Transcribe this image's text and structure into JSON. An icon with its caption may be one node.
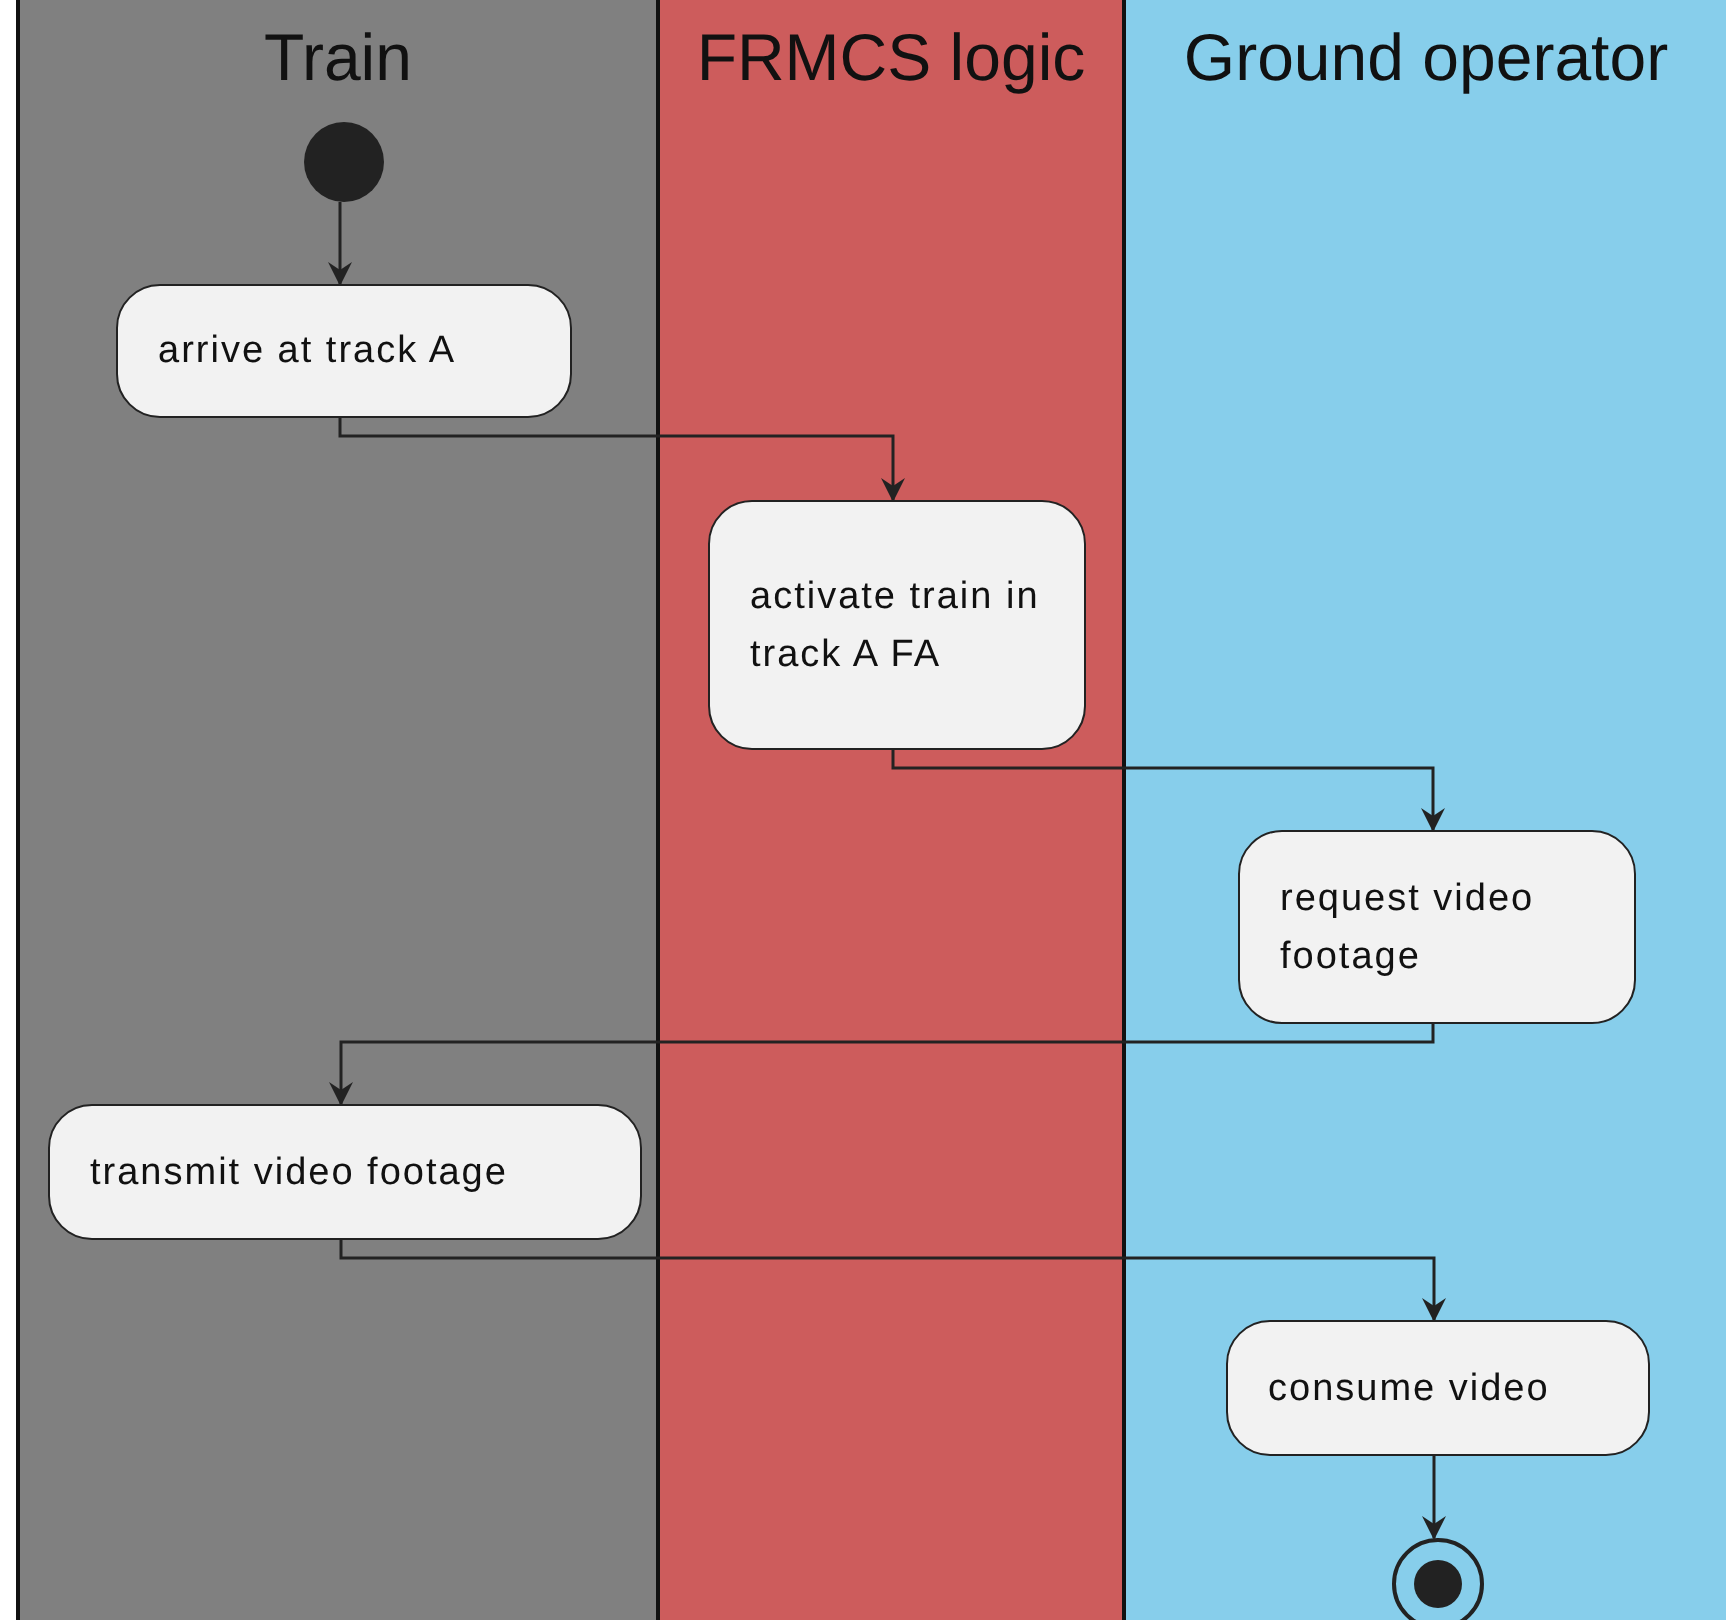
{
  "diagram": {
    "nodes": [
      {
        "text": [
          "Train"
        ]
      },
      {
        "text": [
          "FRMCS logic"
        ]
      },
      {
        "text": [
          "Ground operator"
        ]
      },
      {
        "text": [],
        "shape": "circle",
        "in": 0
      },
      {
        "text": [
          "arrive at track A"
        ],
        "in": 0
      },
      {
        "text": [
          "activate train in track A FA"
        ],
        "in": 1
      },
      {
        "text": [
          "request video footage"
        ],
        "in": 2
      },
      {
        "text": [
          "transmit video footage"
        ],
        "in": 0
      },
      {
        "text": [
          "consume video"
        ],
        "in": 2
      },
      {
        "text": [],
        "shape": "bullseye",
        "in": 2
      }
    ],
    "edges": [
      {
        "from": 3,
        "to": 4,
        "arrow": "to"
      },
      {
        "from": 4,
        "to": 5,
        "arrow": "to"
      },
      {
        "from": 5,
        "to": 6,
        "arrow": "to"
      },
      {
        "from": 6,
        "to": 7,
        "arrow": "to"
      },
      {
        "from": 7,
        "to": 8,
        "arrow": "to"
      },
      {
        "from": 8,
        "to": 9,
        "arrow": "to"
      }
    ]
  }
}
